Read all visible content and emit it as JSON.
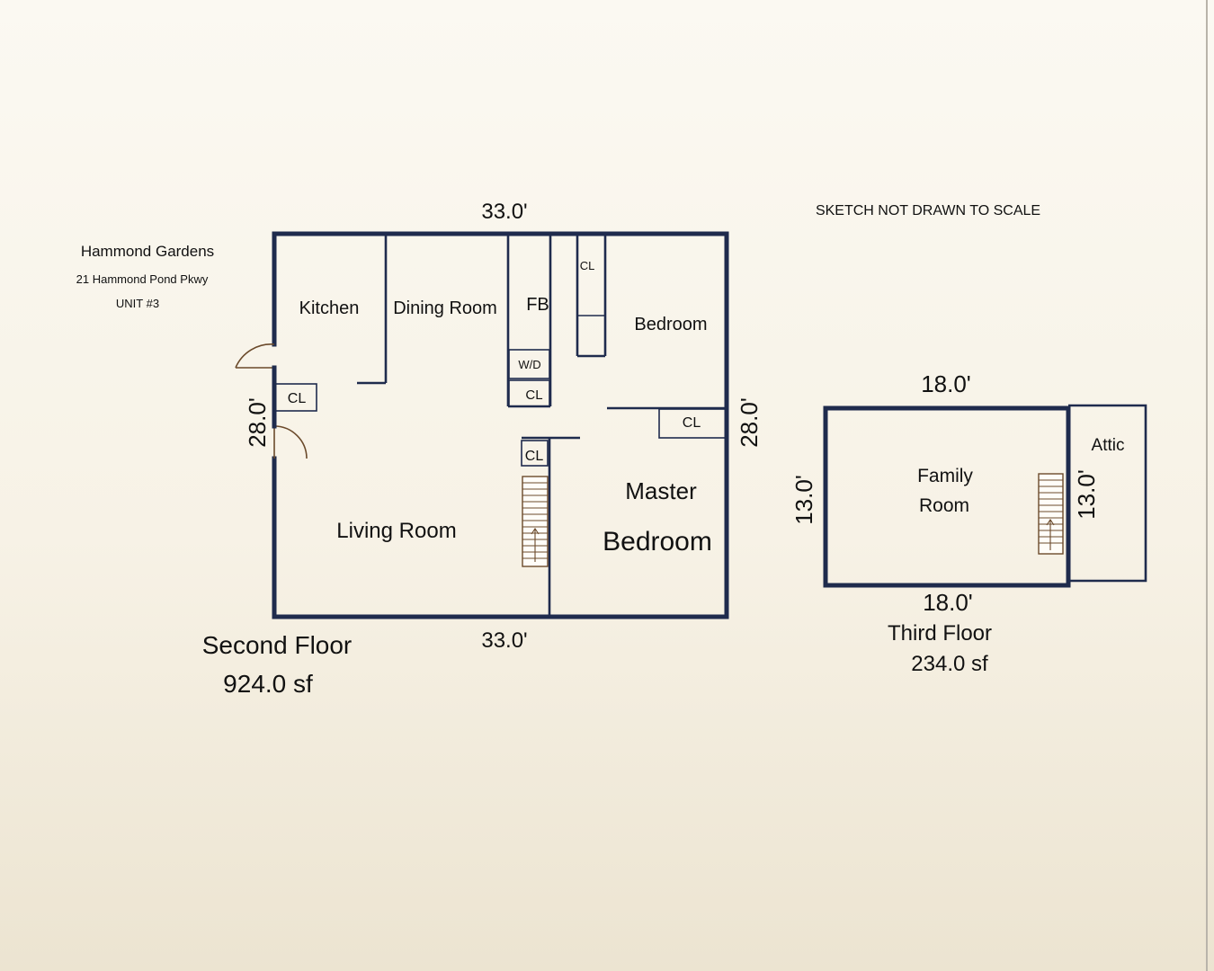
{
  "header": {
    "property_name": "Hammond Gardens",
    "address": "21 Hammond Pond Pkwy",
    "unit": "UNIT #3",
    "scale_note": "SKETCH NOT DRAWN TO SCALE"
  },
  "second_floor": {
    "title": "Second Floor",
    "area": "924.0 sf",
    "dim_top": "33.0'",
    "dim_bottom": "33.0'",
    "dim_left": "28.0'",
    "dim_right": "28.0'",
    "rooms": {
      "kitchen": "Kitchen",
      "dining": "Dining Room",
      "bath": "FB",
      "bedroom": "Bedroom",
      "living": "Living Room",
      "master_line1": "Master",
      "master_line2": "Bedroom",
      "washer_dryer": "W/D",
      "closet": "CL"
    }
  },
  "third_floor": {
    "title": "Third Floor",
    "area": "234.0 sf",
    "dim_top": "18.0'",
    "dim_bottom": "18.0'",
    "dim_left": "13.0'",
    "dim_right": "13.0'",
    "rooms": {
      "family_line1": "Family",
      "family_line2": "Room",
      "attic": "Attic"
    }
  }
}
